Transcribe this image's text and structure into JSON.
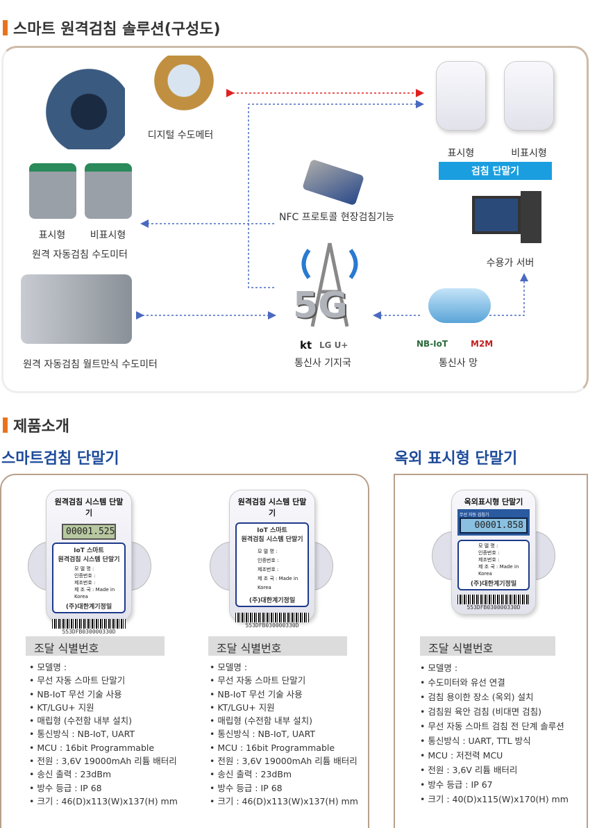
{
  "section1": {
    "title": "스마트 원격검침 솔루션(구성도)"
  },
  "diagram": {
    "digital_meter": "디지털 수도메터",
    "remote_display": "표시형",
    "remote_nondisplay": "비표시형",
    "remote_meter": "원격 자동검침 수도미터",
    "woltman_meter": "원격 자동검침 월트만식 수도미터",
    "nfc": "NFC 프로토콜 현장검침기능",
    "terminal_display": "표시형",
    "terminal_nondisplay": "비표시형",
    "terminal_band": "검침 단말기",
    "server": "수용가 서버",
    "base_station": "통신사 기지국",
    "network": "통신사 망",
    "fiveg": "5G",
    "kt": "kt",
    "lgu": "LG U+",
    "nbiot": "NB-IoT",
    "m2m": "M2M"
  },
  "section2": {
    "title": "제품소개",
    "smart_title": "스마트검침 단말기",
    "outdoor_title": "옥외 표시형 단말기"
  },
  "device": {
    "title": "원격검침 시스템 단말기",
    "lcd": "00001.525",
    "iot_line1": "IoT 스마트",
    "iot_line2": "원격검침 시스템 단말기",
    "fields": [
      "모 델 명 :",
      "인증번호 :",
      "제조번호 :",
      "제 조 국 : Made in Korea"
    ],
    "maker": "(주)대한계기정밀",
    "barcode": "553DFB030000330D",
    "outdoor_title": "옥외표시형 단말기",
    "outdoor_lcd": "00001.858",
    "outdoor_header": "무선 자동 검침기"
  },
  "products": [
    {
      "spec_title": "조달 식별번호",
      "specs": [
        "모델명 :",
        "무선 자동 스마트 단말기",
        "NB-IoT 무선 기술 사용",
        "KT/LGU+ 지원",
        "매립형 (수전함 내부 설치)",
        "통신방식 : NB-IoT, UART",
        "MCU : 16bit Programmable",
        "전원 : 3,6V 19000mAh 리튬 배터리",
        "송신 출력 : 23dBm",
        "방수 등급 : IP 68",
        "크기 : 46(D)x113(W)x137(H) mm"
      ]
    },
    {
      "spec_title": "조달 식별번호",
      "specs": [
        "모델명 :",
        "무선 자동 스마트 단말기",
        "NB-IoT 무선 기술 사용",
        "KT/LGU+ 지원",
        "매립형 (수전함 내부 설치)",
        "통신방식 : NB-IoT, UART",
        "MCU : 16bit Programmable",
        "전원 : 3,6V 19000mAh 리튬 배터리",
        "송신 출력 : 23dBm",
        "방수 등급 : IP 68",
        "크기 : 46(D)x113(W)x137(H) mm"
      ]
    },
    {
      "spec_title": "조달 식별번호",
      "specs": [
        "모델명 :",
        "수도미터와 유선 연결",
        "검침 용이한 장소 (옥외) 설치",
        "검침원 육안 검침 (비대면 검침)",
        "무선 자동 스마트 검침 전 단계 솔루션",
        "통신방식 : UART, TTL 방식",
        "MCU : 저전력 MCU",
        "전원 : 3,6V 리튬 배터리",
        "방수 등급 : IP 67",
        "크기 : 40(D)x115(W)x170(H) mm"
      ]
    }
  ],
  "colors": {
    "accent": "#e8731a",
    "blue": "#1c4a9a",
    "band": "#1a9ee0",
    "arrow_red": "#e02020",
    "arrow_blue": "#4a6ac0"
  }
}
